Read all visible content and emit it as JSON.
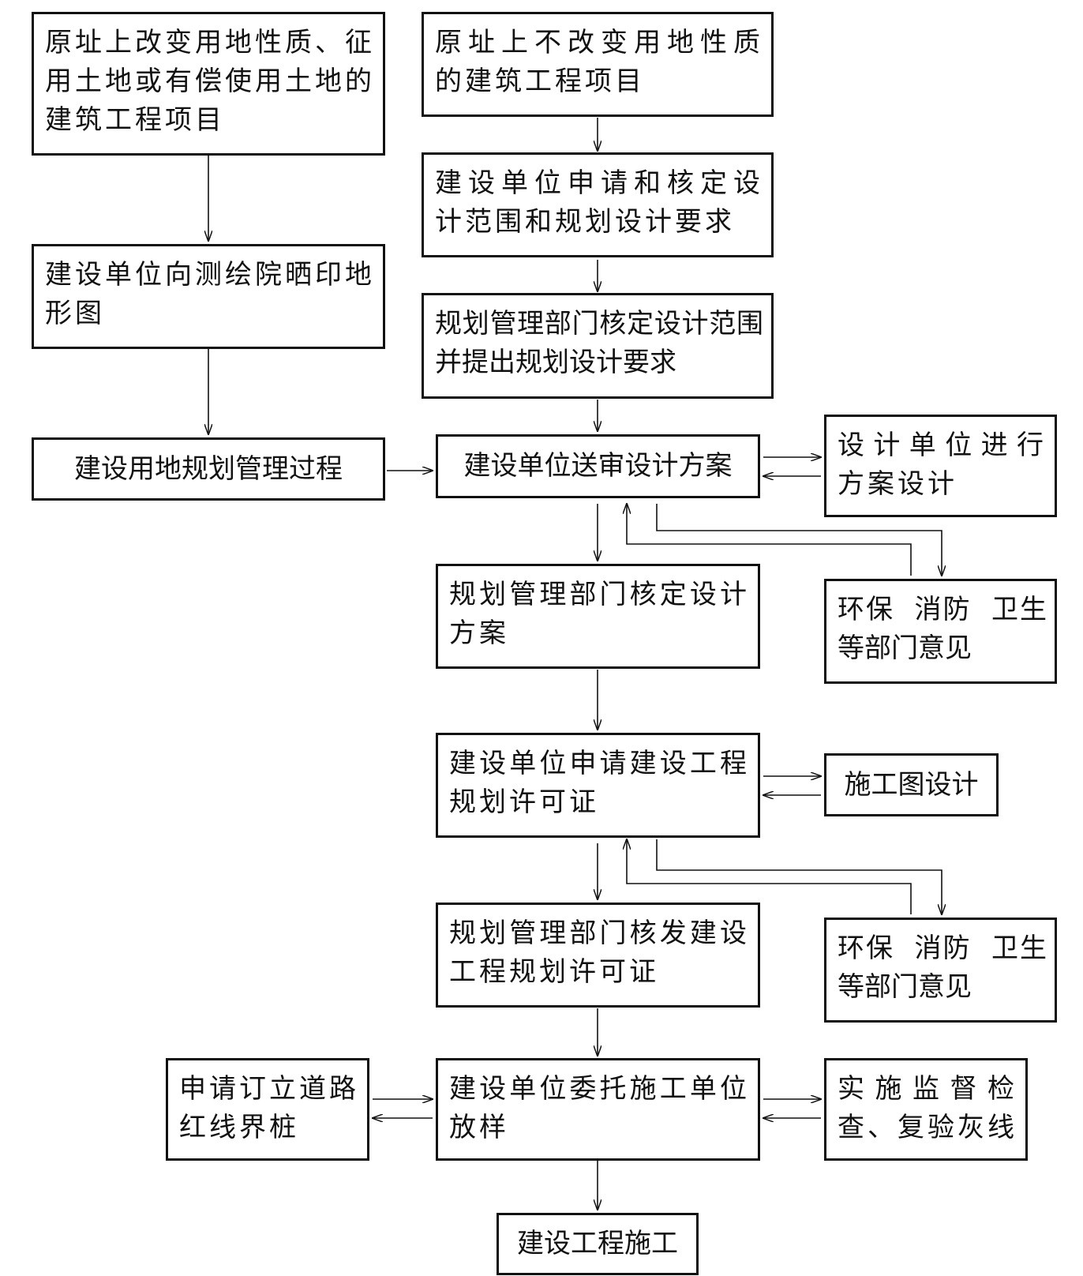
{
  "nodes": {
    "n1": "原址上改变用地性质、征用土地或有偿使用土地的建筑工程项目",
    "n2": "建设单位向测绘院晒印地形图",
    "n3": "建设用地规划管理过程",
    "n4": "原址上不改变用地性质的建筑工程项目",
    "n5": "建设单位申请和核定设计范围和规划设计要求",
    "n6": "规划管理部门核定设计范围并提出规划设计要求",
    "n7": "建设单位送审设计方案",
    "n8": "设计单位进行方案设计",
    "n9": "规划管理部门核定设计方案",
    "n10": "环保  消防  卫生等部门意见",
    "n11": "建设单位申请建设工程规划许可证",
    "n12": "施工图设计",
    "n13": "规划管理部门核发建设工程规划许可证",
    "n14": "环保  消防  卫生等部门意见",
    "n15": "申请订立道路红线界桩",
    "n16": "建设单位委托施工单位放样",
    "n17": "实施监督检查、复验灰线",
    "n18": "建设工程施工"
  },
  "colors": {
    "stroke": "#111111",
    "background": "#ffffff"
  }
}
